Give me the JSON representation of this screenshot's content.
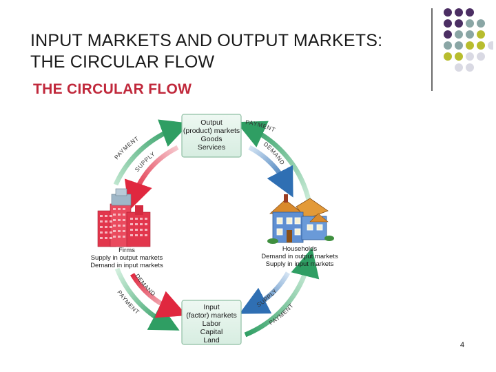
{
  "slide": {
    "title_line1": "INPUT MARKETS AND OUTPUT MARKETS:",
    "title_line2": "THE CIRCULAR FLOW",
    "subtitle": "THE CIRCULAR FLOW",
    "page_number": "4"
  },
  "diagram": {
    "output_box": {
      "line1": "Output",
      "line2": "(product) markets",
      "line3": "Goods",
      "line4": "Services"
    },
    "input_box": {
      "line1": "Input",
      "line2": "(factor) markets",
      "line3": "Labor",
      "line4": "Capital",
      "line5": "Land"
    },
    "firms": {
      "line1": "Firms",
      "line2": "Supply in output markets",
      "line3": "Demand in input markets"
    },
    "households": {
      "line1": "Households",
      "line2": "Demand in output markets",
      "line3": "Supply in input markets"
    },
    "arrow_labels": {
      "top_left_outer": "PAYMENT",
      "top_left_inner": "SUPPLY",
      "top_right_outer": "PAYMENT",
      "top_right_inner": "DEMAND",
      "bottom_left_inner": "DEMAND",
      "bottom_left_outer": "PAYMENT",
      "bottom_right_inner": "SUPPLY",
      "bottom_right_outer": "PAYMENT"
    }
  },
  "colors": {
    "title": "#1a1a1a",
    "subtitle": "#c0283b",
    "payment_arrow": "#3aaa6e",
    "firm_arrow": "#e0283f",
    "household_arrow": "#2f6fb3",
    "dot_purple": "#4b2e63",
    "dot_teal": "#8aa6a5",
    "dot_olive": "#b8bd2e",
    "dot_light": "#d9d9e3"
  }
}
